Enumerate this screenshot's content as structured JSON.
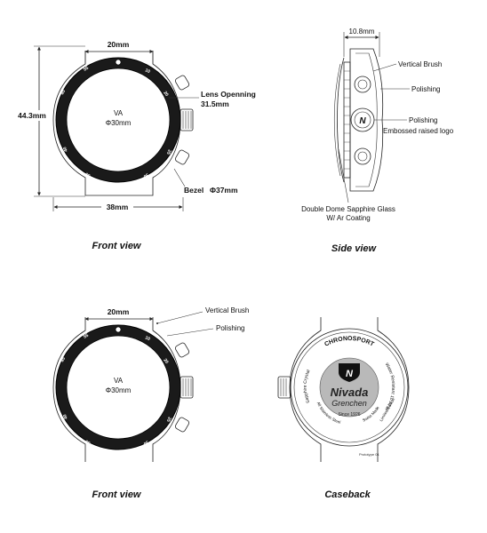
{
  "front_top": {
    "width_20": "20mm",
    "height": "44.3mm",
    "width_38": "38mm",
    "va": "VA",
    "dia30": "Φ30mm",
    "lens_title": "Lens Openning",
    "lens_value": "31.5mm",
    "bezel_label": "Bezel",
    "bezel_value": "Φ37mm",
    "caption": "Front view"
  },
  "side": {
    "width": "10.8mm",
    "vertical_brush": "Vertical Brush",
    "polishing_1": "Polishing",
    "polishing_2": "Polishing",
    "embossed": "Embossed raised logo",
    "glass_1": "Double Dome Sapphire Glass",
    "glass_2": "W/ Ar Coating",
    "crown_logo": "N",
    "caption": "Side view"
  },
  "front_bottom": {
    "width_20": "20mm",
    "vertical_brush": "Vertical Brush",
    "polishing": "Polishing",
    "va": "VA",
    "dia30": "Φ30mm",
    "caption": "Front view"
  },
  "caseback": {
    "chronosport": "CHRONOSPORT",
    "sapphire": "Sapphire Crystal",
    "water": "Water Resistant 10 ATM",
    "limited": "Limited Edition",
    "steel": "All Stainless Steel",
    "swiss": "Swiss Made",
    "brand": "Nivada",
    "brand_sub": "Grenchen",
    "since": "Since 1926",
    "logo_letter": "N",
    "serial": "Prototype 01",
    "caption": "Caseback"
  }
}
